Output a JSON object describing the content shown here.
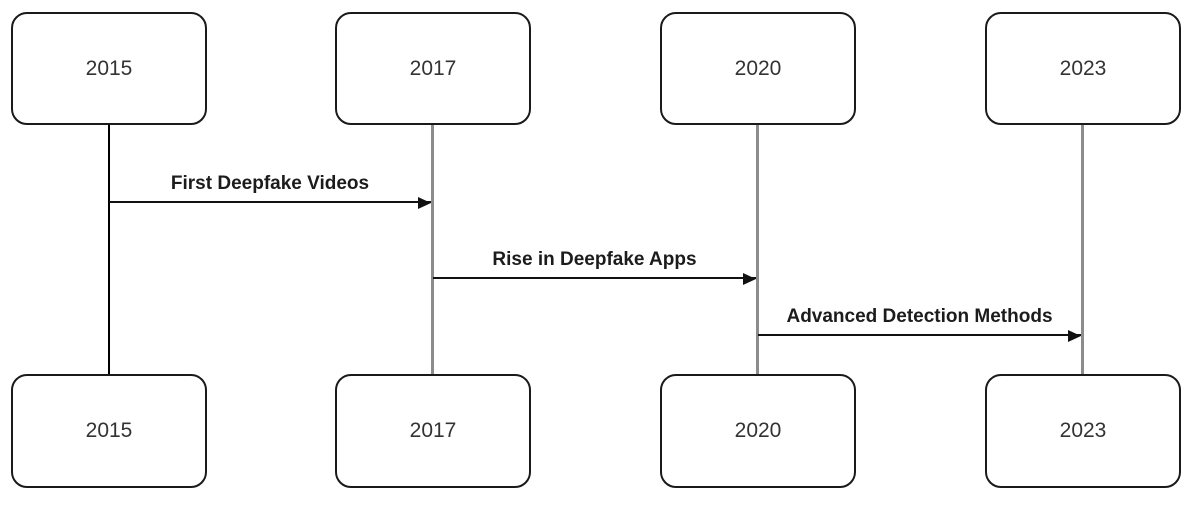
{
  "diagram": {
    "type": "sequence-timeline",
    "background_color": "#ffffff",
    "colors": {
      "box_border": "#1a1a1a",
      "box_fill": "#ffffff",
      "box_text": "#333333",
      "lifeline_first": "#000000",
      "lifeline_others": "#8c8c8c",
      "arrow": "#111111",
      "label_text": "#1c1c1c"
    },
    "participants": [
      {
        "year": "2015"
      },
      {
        "year": "2017"
      },
      {
        "year": "2020"
      },
      {
        "year": "2023"
      }
    ],
    "messages": [
      {
        "from": "2015",
        "to": "2017",
        "label": "First Deepfake Videos"
      },
      {
        "from": "2017",
        "to": "2020",
        "label": "Rise in Deepfake Apps"
      },
      {
        "from": "2020",
        "to": "2023",
        "label": "Advanced Detection Methods"
      }
    ]
  }
}
